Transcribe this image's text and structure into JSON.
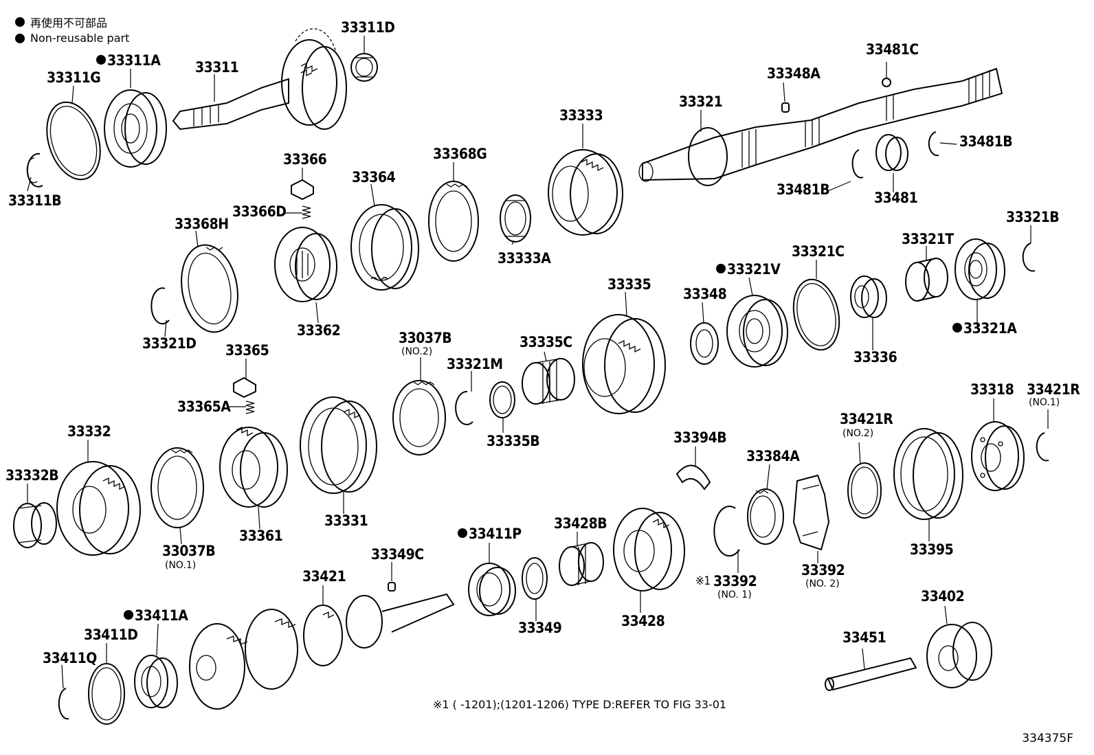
{
  "legend": {
    "jp_text": "再使用不可部品",
    "en_text": "Non-reusable part"
  },
  "labels": [
    {
      "code": "33311D",
      "marked": false
    },
    {
      "code": "33311A",
      "marked": true
    },
    {
      "code": "33311",
      "marked": false
    },
    {
      "code": "33311G",
      "marked": false
    },
    {
      "code": "33311B",
      "marked": false
    },
    {
      "code": "33481C",
      "marked": false
    },
    {
      "code": "33348A",
      "marked": false
    },
    {
      "code": "33321",
      "marked": false
    },
    {
      "code": "33333",
      "marked": false
    },
    {
      "code": "33368G",
      "marked": false
    },
    {
      "code": "33366",
      "marked": false
    },
    {
      "code": "33364",
      "marked": false
    },
    {
      "code": "33366D",
      "marked": false
    },
    {
      "code": "33368H",
      "marked": false
    },
    {
      "code": "33481B",
      "marked": false
    },
    {
      "code": "33481B",
      "marked": false
    },
    {
      "code": "33481",
      "marked": false
    },
    {
      "code": "33333A",
      "marked": false
    },
    {
      "code": "33321B",
      "marked": false
    },
    {
      "code": "33321T",
      "marked": false
    },
    {
      "code": "33321C",
      "marked": false
    },
    {
      "code": "33321V",
      "marked": true
    },
    {
      "code": "33335",
      "marked": false
    },
    {
      "code": "33348",
      "marked": false
    },
    {
      "code": "33321D",
      "marked": false
    },
    {
      "code": "33362",
      "marked": false
    },
    {
      "code": "33321A",
      "marked": true
    },
    {
      "code": "33336",
      "marked": false
    },
    {
      "code": "33037B",
      "marked": false
    },
    {
      "code": "33321M",
      "marked": false
    },
    {
      "code": "33335C",
      "marked": false
    },
    {
      "code": "33365",
      "marked": false
    },
    {
      "code": "33365A",
      "marked": false
    },
    {
      "code": "33332",
      "marked": false
    },
    {
      "code": "33335B",
      "marked": false
    },
    {
      "code": "33318",
      "marked": false
    },
    {
      "code": "33421R",
      "marked": false
    },
    {
      "code": "33421R",
      "marked": false
    },
    {
      "code": "33394B",
      "marked": false
    },
    {
      "code": "33384A",
      "marked": false
    },
    {
      "code": "33332B",
      "marked": false
    },
    {
      "code": "33331",
      "marked": false
    },
    {
      "code": "33361",
      "marked": false
    },
    {
      "code": "33411P",
      "marked": true
    },
    {
      "code": "33428B",
      "marked": false
    },
    {
      "code": "33037B",
      "marked": false
    },
    {
      "code": "33349C",
      "marked": false
    },
    {
      "code": "33395",
      "marked": false
    },
    {
      "code": "33392",
      "marked": false
    },
    {
      "code": "33392",
      "marked": false
    },
    {
      "code": "33421",
      "marked": false
    },
    {
      "code": "33402",
      "marked": false
    },
    {
      "code": "33411A",
      "marked": true
    },
    {
      "code": "33411D",
      "marked": false
    },
    {
      "code": "33349",
      "marked": false
    },
    {
      "code": "33428",
      "marked": false
    },
    {
      "code": "33451",
      "marked": false
    },
    {
      "code": "33411Q",
      "marked": false
    }
  ],
  "sublabels": [
    "(NO.2)",
    "(NO.1)",
    "(NO.2)",
    "(NO.1)",
    "(NO. 2)",
    "(NO. 1)"
  ],
  "footnote_mark": "※1",
  "footnote": "※1 (        -1201);(1201-1206) TYPE D:REFER TO FIG 33-01",
  "figure_number": "334375F"
}
